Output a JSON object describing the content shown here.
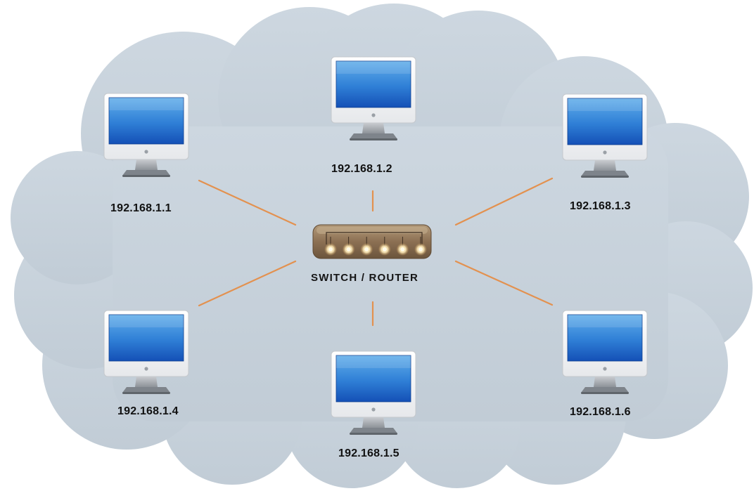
{
  "diagram": {
    "switch": {
      "label": "SWITCH / ROUTER",
      "port_count": 6
    },
    "computers": [
      {
        "id": "pc1",
        "ip": "192.168.1.1"
      },
      {
        "id": "pc2",
        "ip": "192.168.1.2"
      },
      {
        "id": "pc3",
        "ip": "192.168.1.3"
      },
      {
        "id": "pc4",
        "ip": "192.168.1.4"
      },
      {
        "id": "pc5",
        "ip": "192.168.1.5"
      },
      {
        "id": "pc6",
        "ip": "192.168.1.6"
      }
    ],
    "links": [
      {
        "from": "switch",
        "to": "pc1"
      },
      {
        "from": "switch",
        "to": "pc2"
      },
      {
        "from": "switch",
        "to": "pc3"
      },
      {
        "from": "switch",
        "to": "pc4"
      },
      {
        "from": "switch",
        "to": "pc5"
      },
      {
        "from": "switch",
        "to": "pc6"
      }
    ],
    "colors": {
      "cloud_fill": "#c7d2dc",
      "link_line": "#e3914f",
      "screen_top": "#5aa5e6",
      "screen_bottom": "#1552b8",
      "switch_body": "#8f7456",
      "port_light": "#fff6d6"
    }
  }
}
